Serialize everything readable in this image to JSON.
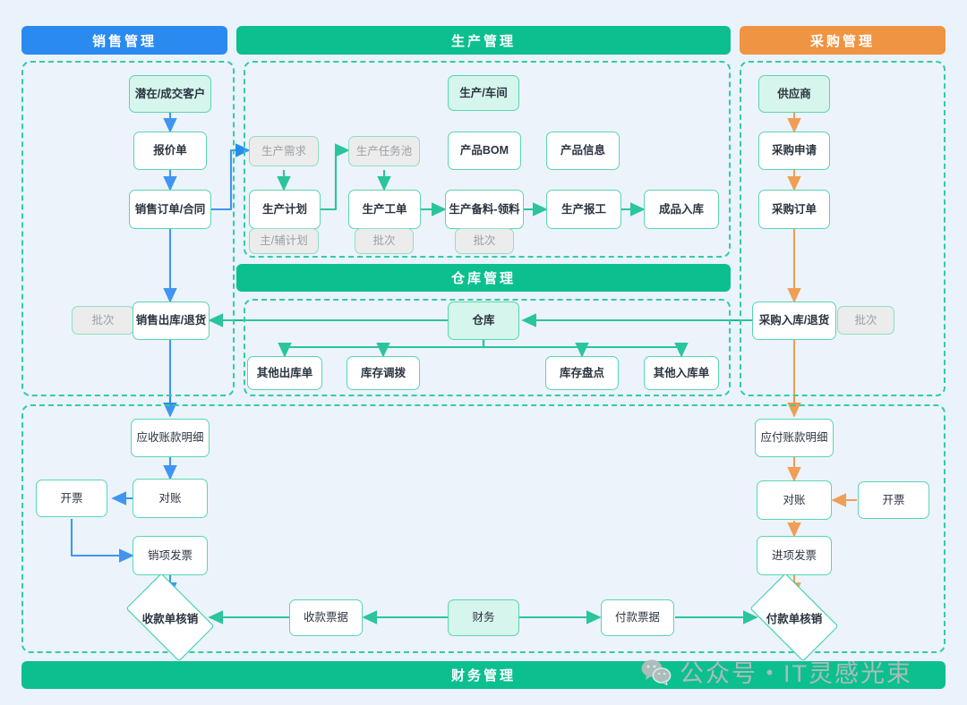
{
  "headers": [
    {
      "id": "sales",
      "label": "销售管理",
      "color": "#2a8af0"
    },
    {
      "id": "production",
      "label": "生产管理",
      "color": "#0cbf8f"
    },
    {
      "id": "purchase",
      "label": "采购管理",
      "color": "#ef9442"
    },
    {
      "id": "warehouse",
      "label": "仓库管理",
      "color": "#0cbf8f"
    },
    {
      "id": "finance",
      "label": "财务管理",
      "color": "#0cbf8f"
    }
  ],
  "nodes": {
    "sales": {
      "customer": "潜在/成交客户",
      "quotation": "报价单",
      "order": "销售订单/合同",
      "batch": "批次",
      "outbound": "销售出库/退货"
    },
    "production": {
      "workshop": "生产/车间",
      "demand": "生产需求",
      "taskpool": "生产任务池",
      "bom": "产品BOM",
      "productinfo": "产品信息",
      "plan": "生产计划",
      "workorder": "生产工单",
      "picking": "生产备料-领料",
      "report": "生产报工",
      "finished": "成品入库",
      "planbatch": "主/辅计划",
      "wobatch": "批次",
      "pickbatch": "批次"
    },
    "warehouse": {
      "store": "仓库",
      "otherout": "其他出库单",
      "transfer": "库存调拨",
      "stocktake": "库存盘点",
      "otherin": "其他入库单"
    },
    "purchase": {
      "supplier": "供应商",
      "request": "采购申请",
      "order": "采购订单",
      "inbound": "采购入库/退货",
      "batch": "批次"
    },
    "finance": {
      "receivable": "应收账款明细",
      "recon_left": "对账",
      "invoice_left": "开票",
      "out_invoice": "销项发票",
      "recv_clear": "收款单核销",
      "recv_doc": "收款票据",
      "finance_hub": "财务",
      "pay_doc": "付款票据",
      "pay_clear": "付款单核销",
      "payable": "应付账款明细",
      "recon_right": "对账",
      "invoice_right": "开票",
      "in_invoice": "进项发票"
    }
  },
  "watermark": {
    "icon": "wechat-icon",
    "text": "公众号・IT灵感光束"
  },
  "colors": {
    "blue": "#2a8af0",
    "green": "#0cbf8f",
    "orange": "#ef9442",
    "panel_border": "#2ecfa0",
    "node_border": "#57d7b0",
    "mint_fill": "#d6f5ec",
    "chip_fill": "#ececec",
    "background": "#eaf2fb"
  }
}
